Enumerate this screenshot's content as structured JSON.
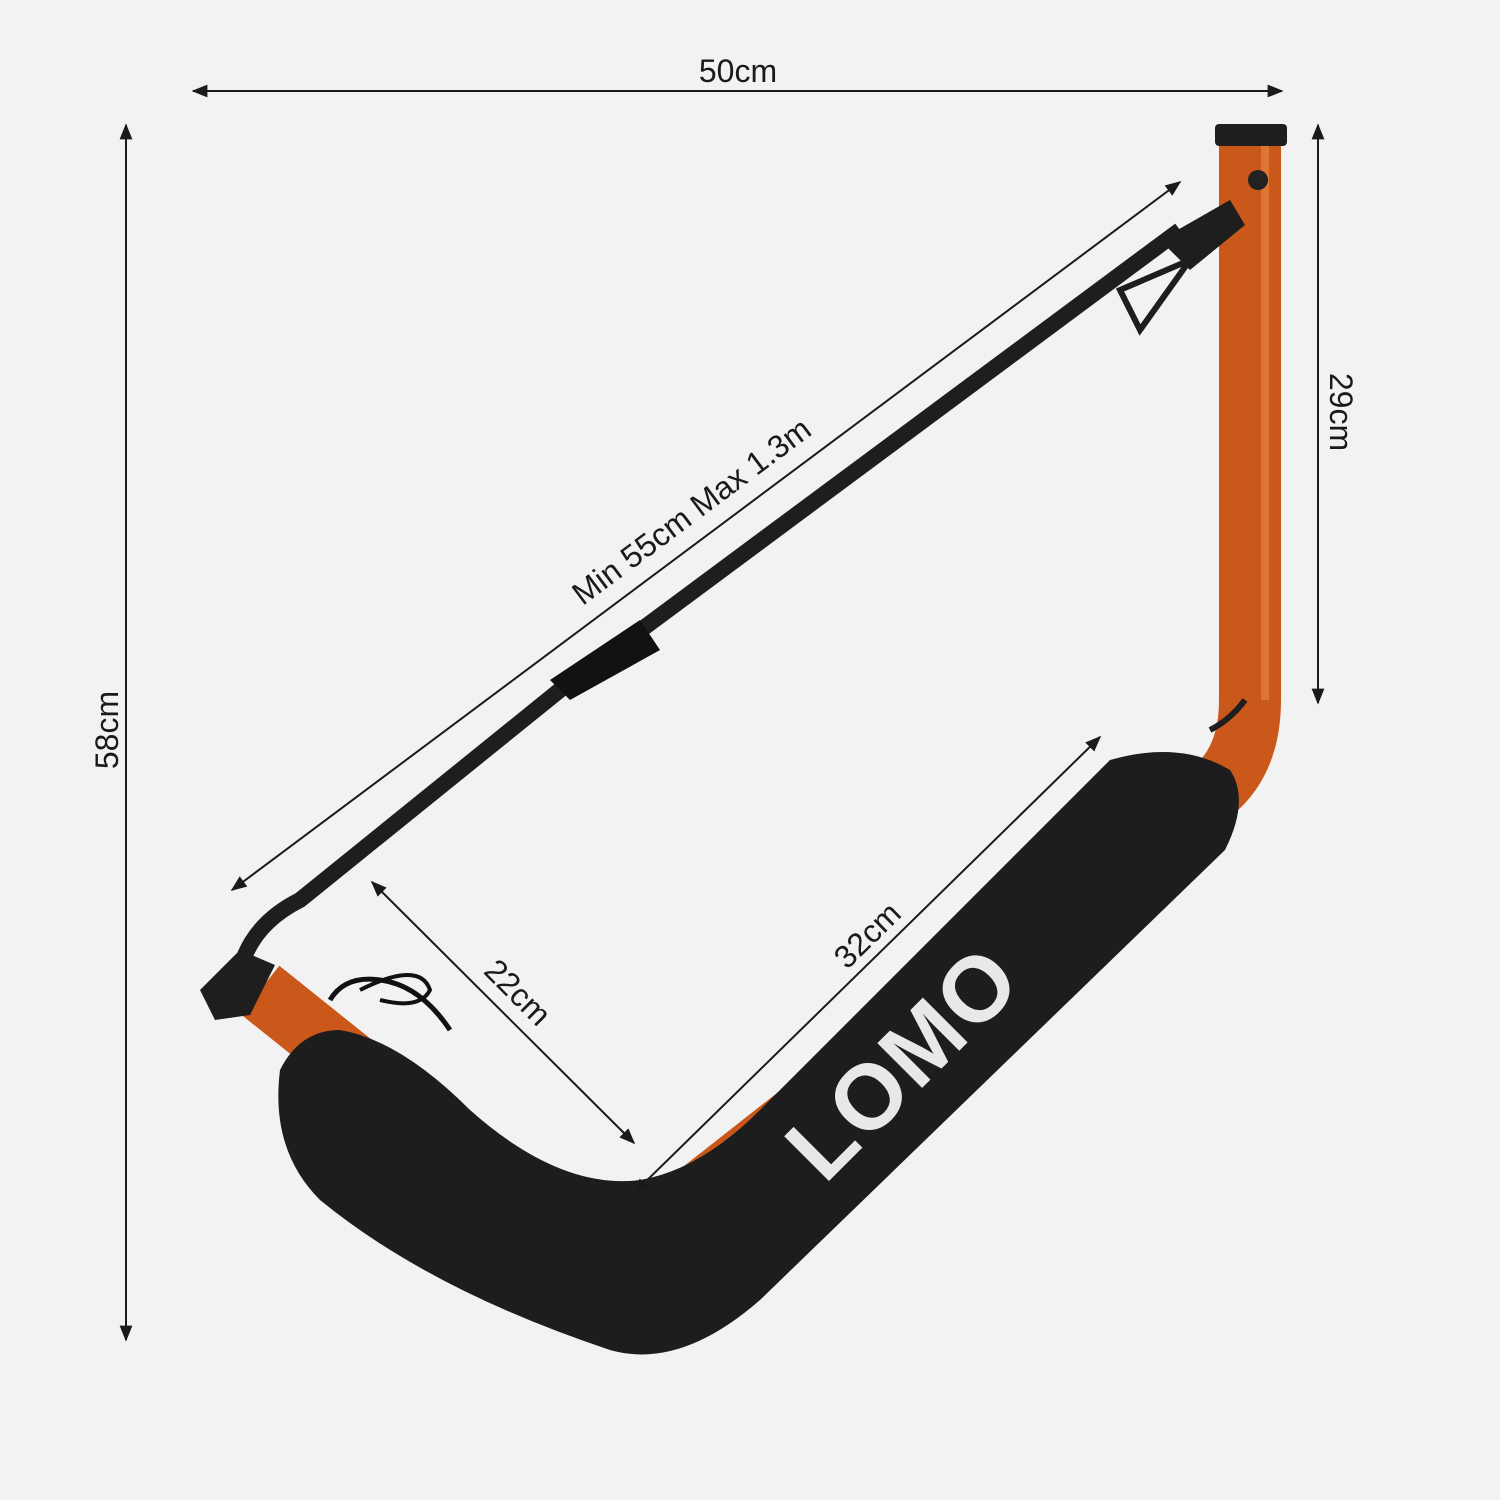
{
  "dimensions": {
    "width_label": "50cm",
    "height_label": "58cm",
    "upright_label": "29cm",
    "strap_label": "Min 55cm Max 1.3m",
    "lower_arm_label": "22cm",
    "pad_label": "32cm"
  },
  "product": {
    "brand_logo": "LOMO",
    "colors": {
      "frame": "#d45f1b",
      "pad": "#1c1c1c",
      "background": "#f2f2f2",
      "logo": "#e8e8e8"
    }
  }
}
